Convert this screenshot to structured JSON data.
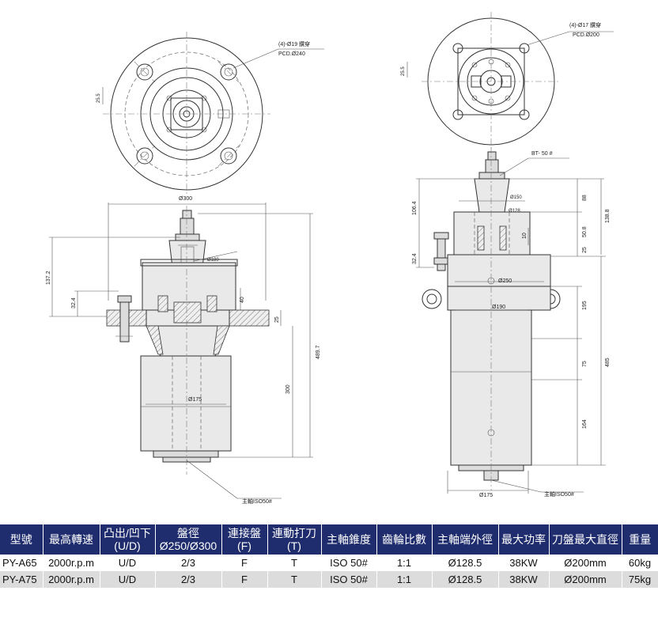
{
  "drawing_labels": {
    "left_holes": "(4)-Ø19 鑽穿",
    "left_pcd": "PCD.Ø240",
    "left_tol_v": "25.5",
    "left_d300": "Ø300",
    "left_d180": "Ø180",
    "left_137": "137.2",
    "left_32": "32.4",
    "left_40": "40",
    "left_25": "25",
    "left_4897": "489.7",
    "left_300": "300",
    "left_d175": "Ø175",
    "left_spindle": "主軸ISO50#",
    "right_holes": "(4)-Ø17 鑽穿",
    "right_pcd": "PCD.Ø200",
    "right_tol_v": "25.5",
    "right_bt": "BT-  50  #",
    "right_106": "106.4",
    "right_d150": "Ø150",
    "right_d128": "Ø128",
    "right_88": "88",
    "right_138": "138.8",
    "right_10": "10",
    "right_508": "50.8",
    "right_25": "25",
    "right_324": "32.4",
    "right_d250": "Ø250",
    "right_d190": "Ø190",
    "right_195": "195",
    "right_485": "485",
    "right_75": "75",
    "right_164": "164",
    "right_d175": "Ø175",
    "right_spindle": "主軸ISO50#"
  },
  "table": {
    "headers": [
      {
        "line1": "型號",
        "line2": ""
      },
      {
        "line1": "最高轉速",
        "line2": ""
      },
      {
        "line1": "凸出/凹下",
        "line2": "(U/D)"
      },
      {
        "line1": "盤徑",
        "line2": "Ø250/Ø300"
      },
      {
        "line1": "連接盤",
        "line2": "(F)"
      },
      {
        "line1": "連動打刀",
        "line2": "(T)"
      },
      {
        "line1": "主軸錐度",
        "line2": ""
      },
      {
        "line1": "齒輪比數",
        "line2": ""
      },
      {
        "line1": "主軸端外徑",
        "line2": ""
      },
      {
        "line1": "最大功率",
        "line2": ""
      },
      {
        "line1": "刀盤最大直徑",
        "line2": ""
      },
      {
        "line1": "重量",
        "line2": ""
      }
    ],
    "rows": [
      [
        "PY-A65",
        "2000r.p.m",
        "U/D",
        "2/3",
        "F",
        "T",
        "ISO 50#",
        "1:1",
        "Ø128.5",
        "38KW",
        "Ø200mm",
        "60kg"
      ],
      [
        "PY-A75",
        "2000r.p.m",
        "U/D",
        "2/3",
        "F",
        "T",
        "ISO 50#",
        "1:1",
        "Ø128.5",
        "38KW",
        "Ø200mm",
        "75kg"
      ]
    ]
  }
}
